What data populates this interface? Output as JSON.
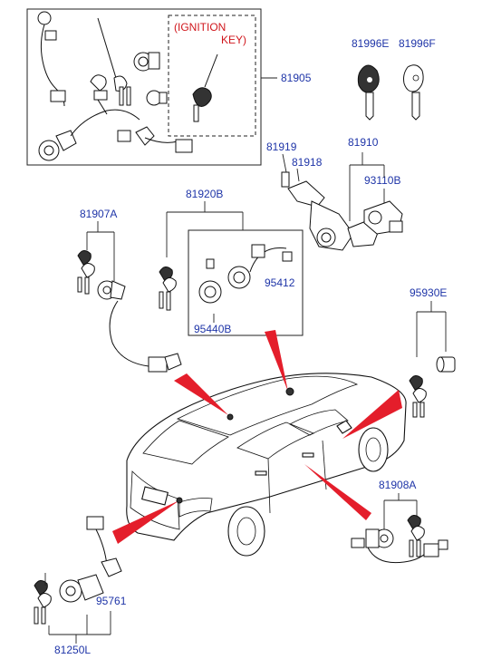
{
  "diagram": {
    "parts": [
      {
        "id": "p81905",
        "number": "81905"
      },
      {
        "id": "p81996E",
        "number": "81996E"
      },
      {
        "id": "p81996F",
        "number": "81996F"
      },
      {
        "id": "p81919",
        "number": "81919"
      },
      {
        "id": "p81910",
        "number": "81910"
      },
      {
        "id": "p81918",
        "number": "81918"
      },
      {
        "id": "p93110B",
        "number": "93110B"
      },
      {
        "id": "p81920B",
        "number": "81920B"
      },
      {
        "id": "p81907A",
        "number": "81907A"
      },
      {
        "id": "p95412",
        "number": "95412"
      },
      {
        "id": "p95440B",
        "number": "95440B"
      },
      {
        "id": "p95930E",
        "number": "95930E"
      },
      {
        "id": "p81908A",
        "number": "81908A"
      },
      {
        "id": "p95761",
        "number": "95761"
      },
      {
        "id": "p81250L",
        "number": "81250L"
      }
    ],
    "note": {
      "line1": "(IGNITION",
      "line2": "KEY)"
    },
    "colors": {
      "part_number": "#1f35a8",
      "note": "#d0161c",
      "pointer": "#e41e2b",
      "line": "#111111"
    }
  }
}
